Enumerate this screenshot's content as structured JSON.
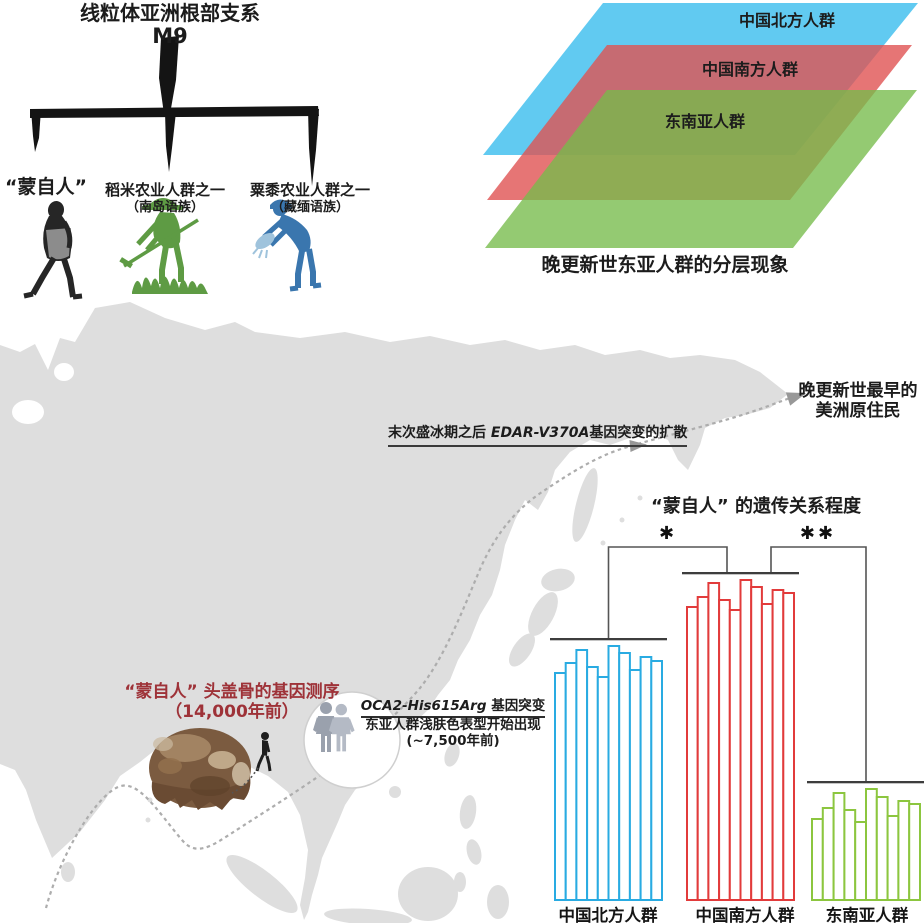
{
  "tree": {
    "title": "线粒体亚洲根部支系",
    "lineage": "M9",
    "branches": [
      {
        "label": "“蒙自人”",
        "sub": ""
      },
      {
        "label": "稻米农业人群之一",
        "sub": "（南岛语族）"
      },
      {
        "label": "粟黍农业人群之一",
        "sub": "（藏缅语族）"
      }
    ]
  },
  "layers": {
    "items": [
      {
        "label": "中国北方人群",
        "color": "#45C1EE"
      },
      {
        "label": "中国南方人群",
        "color": "#E05353"
      },
      {
        "label": "东南亚人群",
        "color": "#76BB4A"
      }
    ],
    "caption": "晚更新世东亚人群的分层现象"
  },
  "map": {
    "edar": {
      "prefix": "末次盛冰期之后 ",
      "gene": "EDAR-V370A",
      "suffix": "基因突变的扩散"
    },
    "americas": {
      "line1": "晚更新世最早的",
      "line2": "美洲原住民"
    },
    "skull": {
      "line1": "“蒙自人” 头盖骨的基因测序",
      "line2": "（14,000年前）",
      "color": "#9E3238"
    },
    "oca2": {
      "gene": "OCA2-His615Arg",
      "suffix": " 基因突变",
      "line2": "东亚人群浅肤色表型开始出现",
      "line3": "(~7,500年前)"
    }
  },
  "chart_data": {
    "type": "bar",
    "title": "“蒙自人” 的遗传关系程度",
    "values_unit": "relative height (no axis shown in figure)",
    "categories": [
      "中国北方人群",
      "中国南方人群",
      "东南亚人群"
    ],
    "groups": [
      {
        "name": "中国北方人群",
        "color": "#29ABE2",
        "values": [
          227,
          237,
          250,
          233,
          223,
          254,
          247,
          230,
          243,
          239
        ]
      },
      {
        "name": "中国南方人群",
        "color": "#E23B3B",
        "values": [
          293,
          303,
          317,
          300,
          290,
          320,
          313,
          296,
          310,
          307
        ]
      },
      {
        "name": "东南亚人群",
        "color": "#8CC63F",
        "values": [
          81,
          92,
          107,
          90,
          78,
          111,
          103,
          84,
          99,
          96
        ]
      }
    ],
    "significance": [
      {
        "label": "✱",
        "pair": [
          "中国北方人群",
          "中国南方人群"
        ]
      },
      {
        "label": "✱✱",
        "pair": [
          "中国南方人群",
          "东南亚人群"
        ]
      }
    ],
    "legend_position": "none",
    "grid": false
  }
}
